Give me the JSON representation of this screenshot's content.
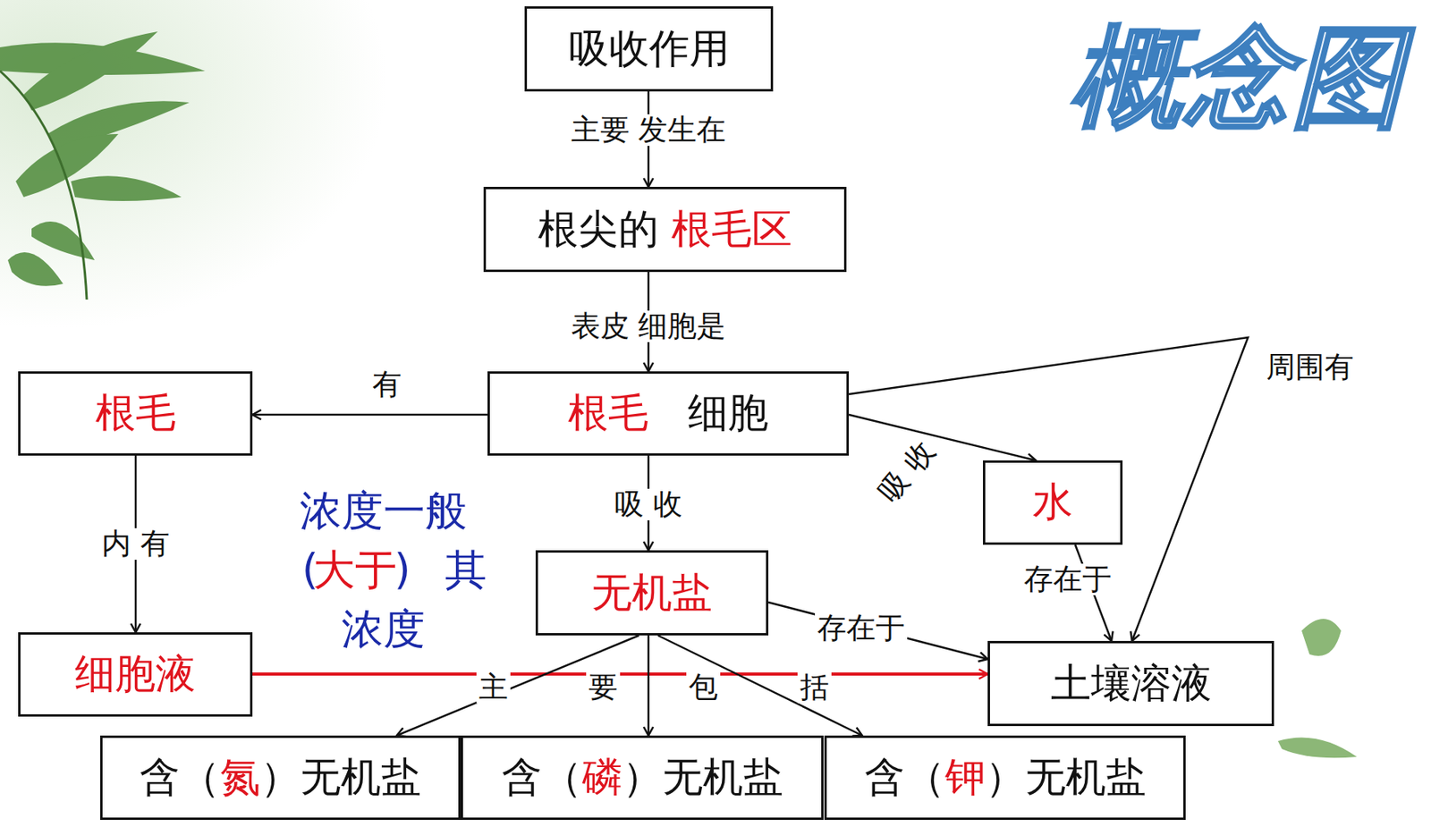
{
  "diagram": {
    "title": "概念图",
    "nodes": [
      {
        "text": [
          "吸收作用"
        ]
      },
      {
        "text": [
          "根尖的",
          "根毛区"
        ]
      },
      {
        "text": [
          "根毛"
        ]
      },
      {
        "text": [
          "根毛",
          "细胞"
        ]
      },
      {
        "text": [
          "水"
        ]
      },
      {
        "text": [
          "细胞液"
        ]
      },
      {
        "text": [
          "无机盐"
        ]
      },
      {
        "text": [
          "土壤溶液"
        ]
      },
      {
        "text": [
          "含（",
          "氮",
          "）无机盐"
        ]
      },
      {
        "text": [
          "含（",
          "磷",
          "）无机盐"
        ]
      },
      {
        "text": [
          "含（",
          "钾",
          "）无机盐"
        ]
      }
    ],
    "edges": [
      {
        "from": 0,
        "to": 1,
        "label": "主要 发生在",
        "arrow": "to"
      },
      {
        "from": 1,
        "to": 3,
        "label": "表皮 细胞是",
        "arrow": "to"
      },
      {
        "from": 3,
        "to": 2,
        "label": "有",
        "arrow": "to"
      },
      {
        "from": 2,
        "to": 5,
        "label": "内 有",
        "arrow": "to"
      },
      {
        "from": 3,
        "to": 6,
        "label": "吸 收",
        "arrow": "to"
      },
      {
        "from": 3,
        "to": 4,
        "label": "吸 收",
        "arrow": "to"
      },
      {
        "from": 3,
        "to": 7,
        "label": "周围有",
        "arrow": "to"
      },
      {
        "from": 4,
        "to": 7,
        "label": "存在于",
        "arrow": "to"
      },
      {
        "from": 6,
        "to": 7,
        "label": "存在于",
        "arrow": "to"
      },
      {
        "from": 5,
        "to": 7,
        "arrow": "to"
      },
      {
        "from": 6,
        "to": 8,
        "arrow": "to"
      },
      {
        "from": 6,
        "to": 9,
        "arrow": "to"
      },
      {
        "from": 6,
        "to": 10,
        "arrow": "to"
      }
    ],
    "labels": [
      "主",
      "要",
      "包",
      "括",
      "浓度一般",
      "(",
      "大于",
      ")",
      "其",
      "浓度"
    ]
  }
}
